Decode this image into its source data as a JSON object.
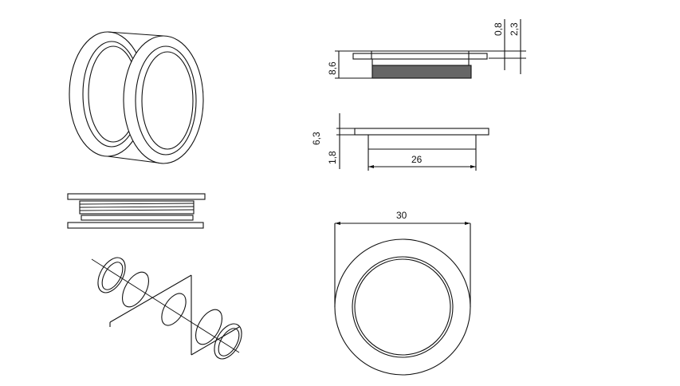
{
  "dimensions": {
    "flange_thickness": "0,8",
    "flange_offset": "2,3",
    "total_height": "8,6",
    "body_height": "6,3",
    "lip_height": "1,8",
    "inner_diameter": "26",
    "outer_diameter": "30"
  }
}
